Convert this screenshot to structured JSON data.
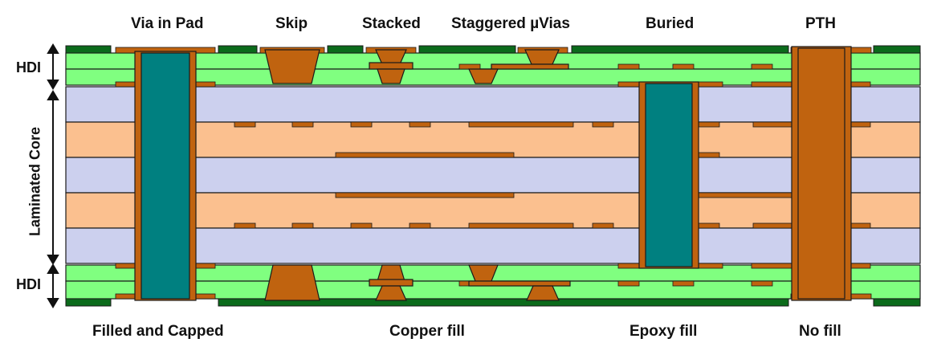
{
  "diagram": {
    "top_labels": {
      "via_in_pad": "Via in Pad",
      "skip": "Skip",
      "stacked": "Stacked",
      "staggered": "Staggered µVias",
      "buried": "Buried",
      "pth": "PTH"
    },
    "side_labels": {
      "hdi_top": "HDI",
      "laminated_core": "Laminated Core",
      "hdi_bottom": "HDI"
    },
    "bottom_labels": {
      "filled_capped": "Filled and Capped",
      "copper_fill": "Copper fill",
      "epoxy_fill": "Epoxy fill",
      "no_fill": "No fill"
    },
    "colors": {
      "hdi_dielectric": "#80ff80",
      "core_blue": "#ccd0ee",
      "core_orange": "#fbc08f",
      "copper": "#c0630f",
      "solder_mask": "#0b6b1b",
      "epoxy_fill": "#008080",
      "outline": "#1a1a1a"
    }
  }
}
